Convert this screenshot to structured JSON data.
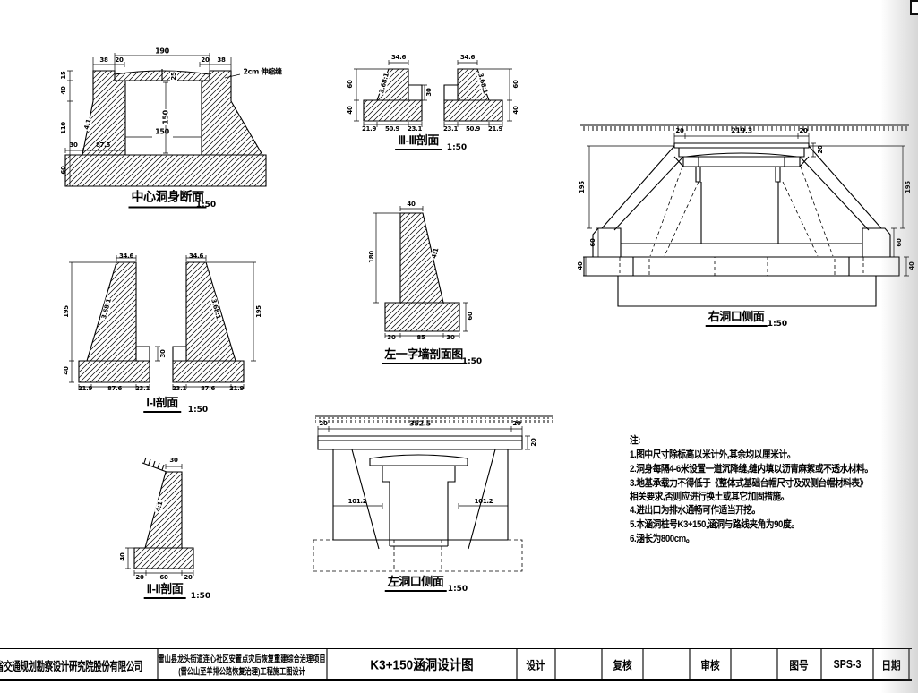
{
  "sheet": {
    "figures": {
      "f1": {
        "title": "中心洞身断面",
        "scale": "1:50",
        "d": [
          "190",
          "38",
          "20",
          "20",
          "38",
          "2cm 伸缩缝",
          "25",
          "15",
          "40",
          "110",
          "60",
          "150",
          "150",
          "30",
          "87.5",
          "4:1"
        ]
      },
      "f2": {
        "title": "Ⅲ-Ⅲ剖面",
        "scale": "1:50",
        "d": [
          "34.6",
          "34.6",
          "60",
          "40",
          "60",
          "40",
          "3.68:1",
          "3.68:1",
          "30",
          "21.9",
          "50.9",
          "23.1",
          "23.1",
          "50.9",
          "21.9"
        ]
      },
      "f3": {
        "title": "右洞口侧面",
        "scale": "1:50",
        "d": [
          "20",
          "219.3",
          "20",
          "20",
          "195",
          "60",
          "40",
          "195",
          "60",
          "40"
        ]
      },
      "f4": {
        "title": "Ⅰ-Ⅰ剖面",
        "scale": "1:50",
        "d": [
          "34.6",
          "34.6",
          "195",
          "40",
          "195",
          "30",
          "3.68:1",
          "3.68:1",
          "21.9",
          "87.6",
          "23.1",
          "23.1",
          "87.6",
          "21.9"
        ]
      },
      "f5": {
        "title": "左一字墙剖面图",
        "scale": "1:50",
        "d": [
          "40",
          "180",
          "4:1",
          "60",
          "30",
          "85",
          "30"
        ]
      },
      "f6": {
        "title": "Ⅱ-Ⅱ剖面",
        "scale": "1:50",
        "d": [
          "30",
          "4:1",
          "40",
          "20",
          "60",
          "20"
        ]
      },
      "f7": {
        "title": "左洞口侧面",
        "scale": "1:50",
        "d": [
          "20",
          "352.5",
          "20",
          "20",
          "101.2",
          "101.2"
        ]
      }
    },
    "notes": {
      "heading": "注:",
      "items": [
        "1.图中尺寸除标高以米计外,其余均以厘米计。",
        "2.洞身每隔4-6米设置一道沉降缝,缝内填以沥青麻絮或不透水材料。",
        "3.地基承载力不得低于《整体式基础台帽尺寸及双侧台帽材料表》",
        "相关要求,否则应进行换土或其它加固措施。",
        "4.进出口为排水通畅可作适当开挖。",
        "5.本涵洞桩号K3+150,涵洞与路线夹角为90度。",
        "6.涵长为800cm。"
      ]
    },
    "title_block": {
      "company": "州省交通规划勘察设计研究院股份有限公司",
      "project_line1": "雷山县龙头街道连心社区安置点灾后恢复重建综合治理项目",
      "project_line2": "(雷公山至羊排公路恢复治理)工程施工图设计",
      "drawing_title": "K3+150涵洞设计图",
      "design_label": "设计",
      "check_label": "复核",
      "audit_label": "审核",
      "fig_no_label": "图号",
      "fig_no_value": "SPS-3",
      "date_label": "日期"
    }
  }
}
